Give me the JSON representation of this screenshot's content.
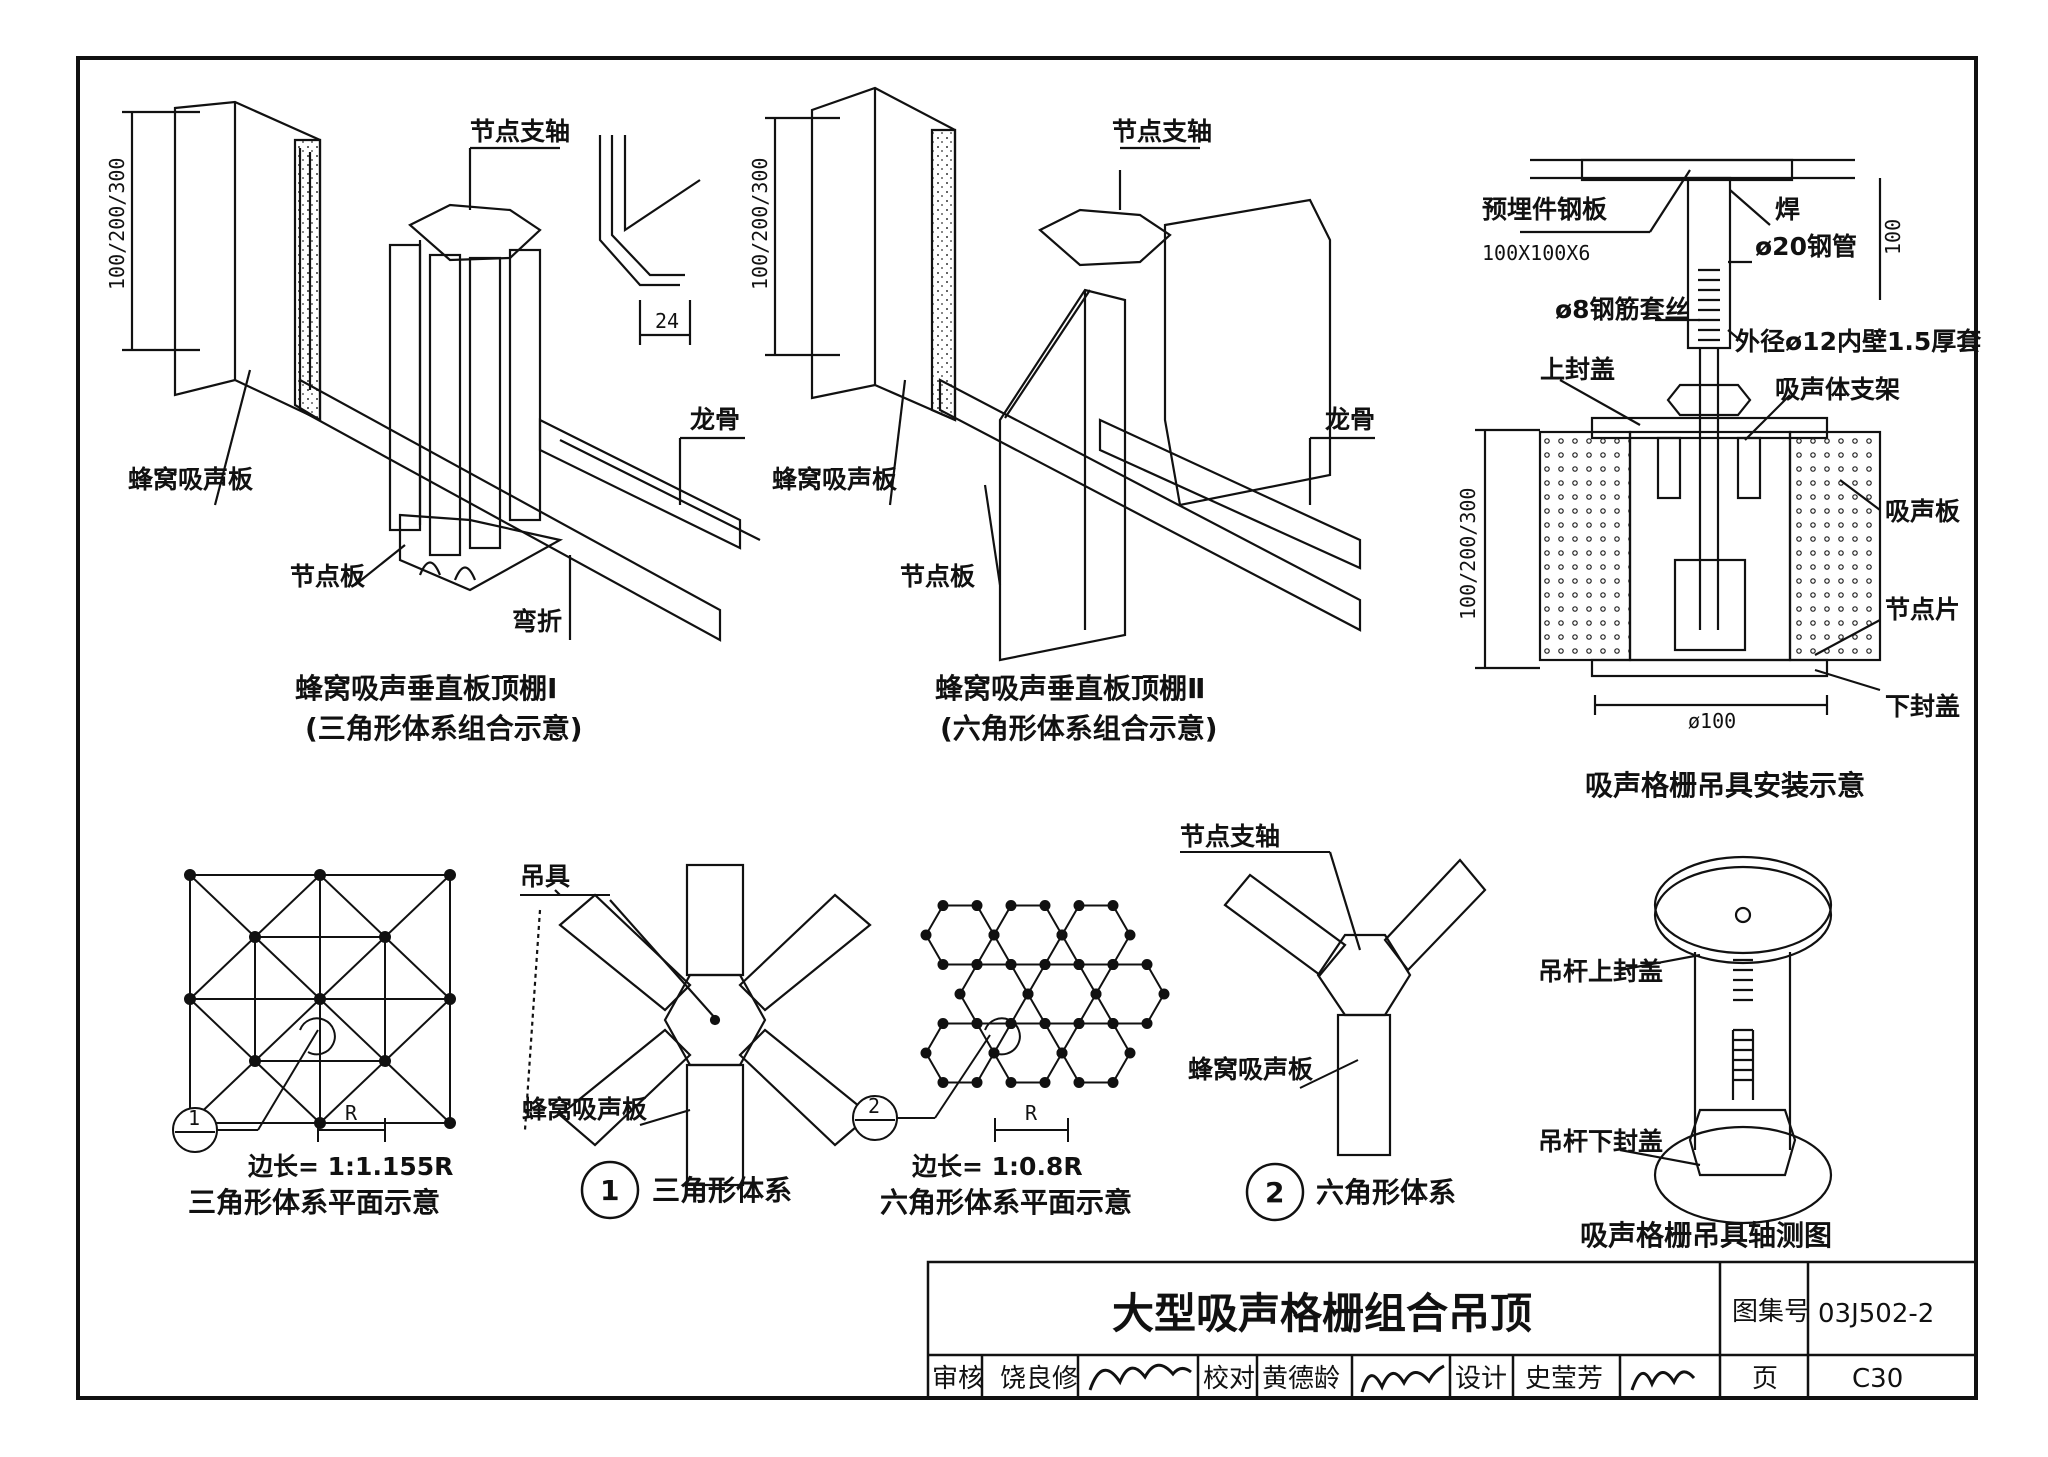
{
  "sheet": {
    "title": "大型吸声格栅组合吊顶",
    "atlas_label": "图集号",
    "atlas_no": "03J502-2",
    "page_label": "页",
    "page_no": "C30",
    "review_label": "审核",
    "reviewer": "饶良修",
    "check_label": "校对",
    "checker": "黄德龄",
    "design_label": "设计",
    "designer": "史莹芳"
  },
  "fig1": {
    "dim": "100/200/300",
    "node_axis": "节点支轴",
    "keel": "龙骨",
    "panel": "蜂窝吸声板",
    "node_plate": "节点板",
    "bend": "弯折",
    "detail_dim": "24",
    "caption1": "蜂窝吸声垂直板顶棚Ⅰ",
    "caption2": "(三角形体系组合示意)"
  },
  "fig2": {
    "dim": "100/200/300",
    "node_axis": "节点支轴",
    "keel": "龙骨",
    "panel": "蜂窝吸声板",
    "node_plate": "节点板",
    "caption1": "蜂窝吸声垂直板顶棚Ⅱ",
    "caption2": "(六角形体系组合示意)"
  },
  "fig3": {
    "embed_plate": "预埋件钢板",
    "embed_size": "100X100X6",
    "weld": "焊",
    "steel_tube": "ø20钢管",
    "tube_len": "100",
    "rod_thread": "ø8钢筋套丝",
    "sleeve": "外径ø12内壁1.5厚套",
    "top_cap": "上封盖",
    "frame": "吸声体支架",
    "dim": "100/200/300",
    "absorber": "吸声板",
    "node_piece": "节点片",
    "bottom_cap": "下封盖",
    "diameter": "ø100",
    "caption": "吸声格栅吊具安装示意"
  },
  "fig4": {
    "callout": "1",
    "dim": "R",
    "side_len": "边长= 1:1.155R",
    "caption": "三角形体系平面示意"
  },
  "fig5": {
    "hanger": "吊具",
    "panel": "蜂窝吸声板",
    "num": "1",
    "caption": "三角形体系"
  },
  "fig6": {
    "callout": "2",
    "dim": "R",
    "side_len": "边长= 1:0.8R",
    "caption": "六角形体系平面示意"
  },
  "fig7": {
    "node_axis": "节点支轴",
    "panel": "蜂窝吸声板",
    "num": "2",
    "caption": "六角形体系"
  },
  "fig8": {
    "top_cap": "吊杆上封盖",
    "bottom_cap": "吊杆下封盖",
    "caption": "吸声格栅吊具轴测图"
  }
}
